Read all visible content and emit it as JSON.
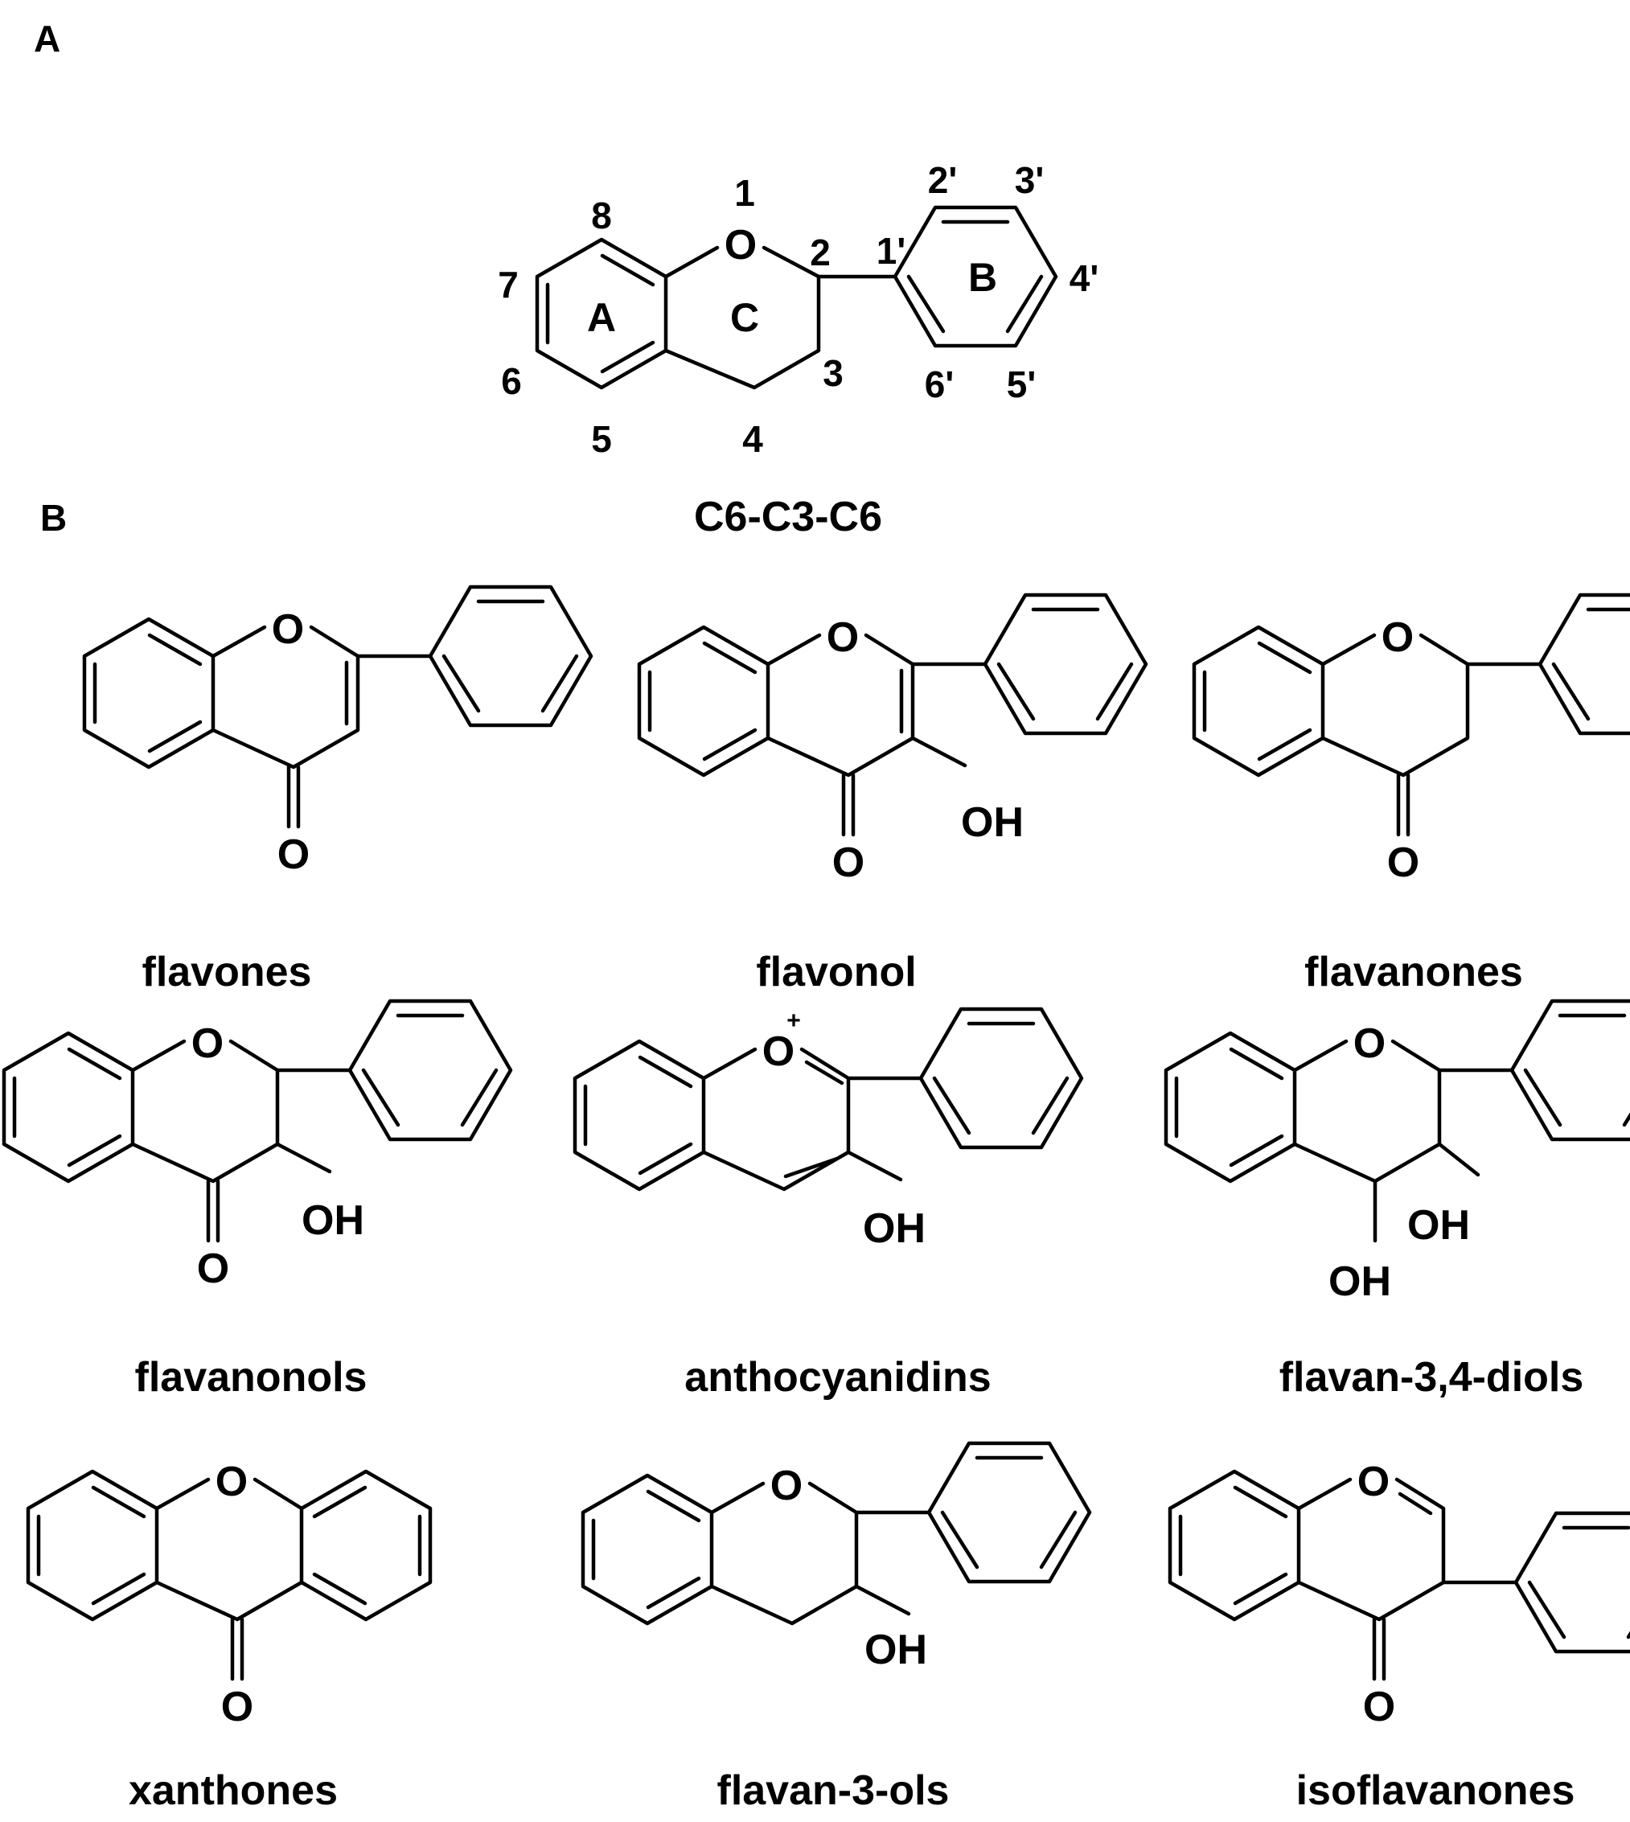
{
  "panels": {
    "a": {
      "label": "A",
      "formula": "C6-C3-C6"
    },
    "b": {
      "label": "B"
    }
  },
  "atom_labels": {
    "oxygen": "O",
    "hydroxyl": "OH",
    "plus": "+"
  },
  "numbering": [
    "1",
    "2",
    "3",
    "4",
    "5",
    "6",
    "7",
    "8",
    "1'",
    "2'",
    "3'",
    "4'",
    "5'",
    "6'"
  ],
  "ring_labels": [
    "A",
    "B",
    "C"
  ],
  "compounds": [
    "flavones",
    "flavonol",
    "flavanones",
    "flavanonols",
    "anthocyanidins",
    "flavan-3,4-diols",
    "xanthones",
    "flavan-3-ols",
    "isoflavanones"
  ]
}
